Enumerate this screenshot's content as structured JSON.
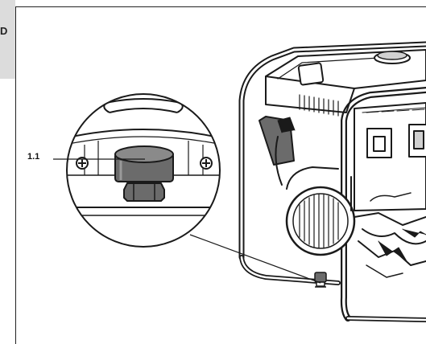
{
  "page": {
    "section_tab": "D"
  },
  "figure": {
    "callout_label": "1.1",
    "part_description": "generator-foot-with-nut",
    "colors": {
      "line": "#1a1a1a",
      "shade": "#6b6b6b",
      "light": "#d0d0d0",
      "tab": "#dcdcdc"
    }
  }
}
